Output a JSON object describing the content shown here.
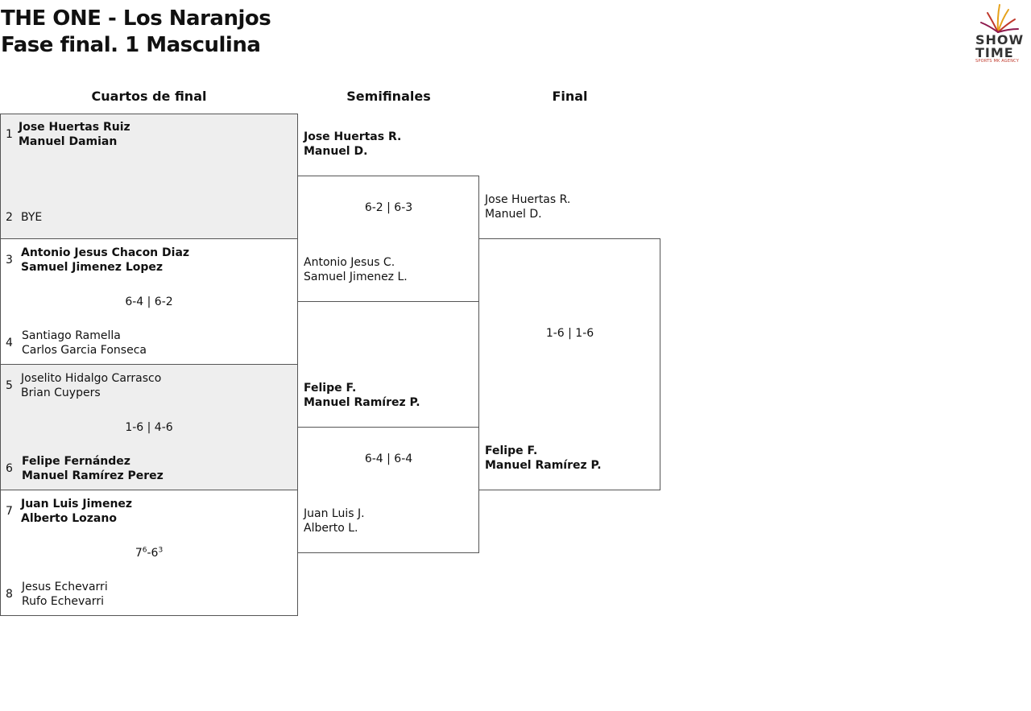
{
  "header": {
    "title_line1": "THE ONE - Los Naranjos",
    "title_line2": "Fase final. 1 Masculina"
  },
  "logo": {
    "word1": "SHOW",
    "word2": "TIME",
    "tagline": "SPORTS MK AGENCY",
    "colors": [
      "#e6a21b",
      "#c0392b",
      "#8e1b4e"
    ]
  },
  "columns": {
    "quarterfinals": "Cuartos de final",
    "semifinals": "Semifinales",
    "final": "Final"
  },
  "quarterfinals": [
    {
      "seed_a": "1",
      "team_a": [
        "Jose Huertas Ruiz",
        "Manuel Damian"
      ],
      "seed_b": "2",
      "team_b": [
        "BYE"
      ],
      "score": ""
    },
    {
      "seed_a": "3",
      "team_a": [
        "Antonio Jesus Chacon Diaz",
        "Samuel Jimenez Lopez"
      ],
      "seed_b": "4",
      "team_b": [
        "Santiago Ramella",
        "Carlos Garcia Fonseca"
      ],
      "score": "6-4 | 6-2"
    },
    {
      "seed_a": "5",
      "team_a": [
        "Joselito Hidalgo Carrasco",
        "Brian Cuypers"
      ],
      "seed_b": "6",
      "team_b": [
        "Felipe Fernández",
        "Manuel Ramírez Perez"
      ],
      "score": "1-6 | 4-6"
    },
    {
      "seed_a": "7",
      "team_a": [
        "Juan Luis Jimenez",
        "Alberto Lozano"
      ],
      "seed_b": "8",
      "team_b": [
        "Jesus Echevarri",
        "Rufo Echevarri"
      ],
      "score_main_a": "7",
      "score_sup_a": "6",
      "score_main_b": "-6",
      "score_sup_b": "3"
    }
  ],
  "semifinals": [
    {
      "team_a": [
        "Jose Huertas R.",
        "Manuel D."
      ],
      "team_b": [
        "Antonio Jesus C.",
        "Samuel Jimenez L."
      ],
      "score": "6-2 | 6-3"
    },
    {
      "team_a": [
        "Felipe F.",
        "Manuel Ramírez P."
      ],
      "team_b": [
        "Juan Luis J.",
        "Alberto L."
      ],
      "score": "6-4 | 6-4"
    }
  ],
  "final": {
    "team_a": [
      "Jose Huertas R.",
      "Manuel D."
    ],
    "team_b": [
      "Felipe F.",
      "Manuel Ramírez P."
    ],
    "score": "1-6 | 1-6"
  }
}
